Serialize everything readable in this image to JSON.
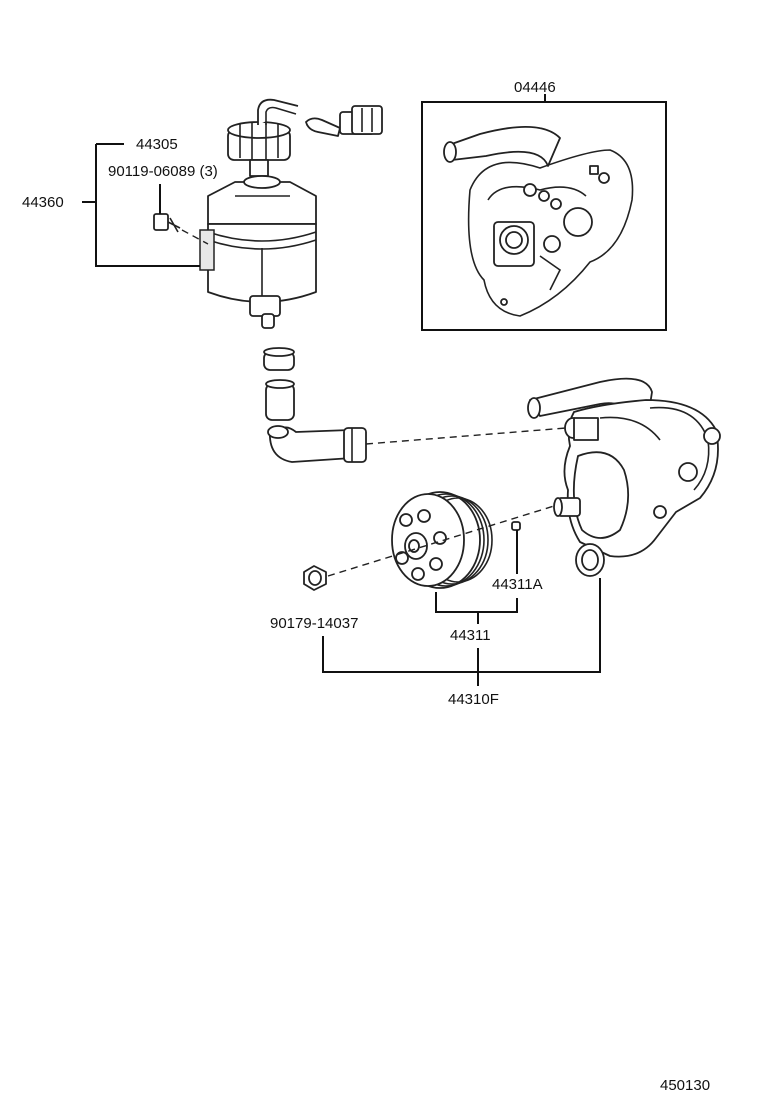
{
  "labels": {
    "reservoir_assy": "44360",
    "cap": "44305",
    "bolt": "90119-06089 (3)",
    "gasket_kit": "04446",
    "pulley": "44311",
    "pulley_key": "44311A",
    "nut": "90179-14037",
    "pump_assy": "44310F",
    "figure_number": "450130"
  }
}
